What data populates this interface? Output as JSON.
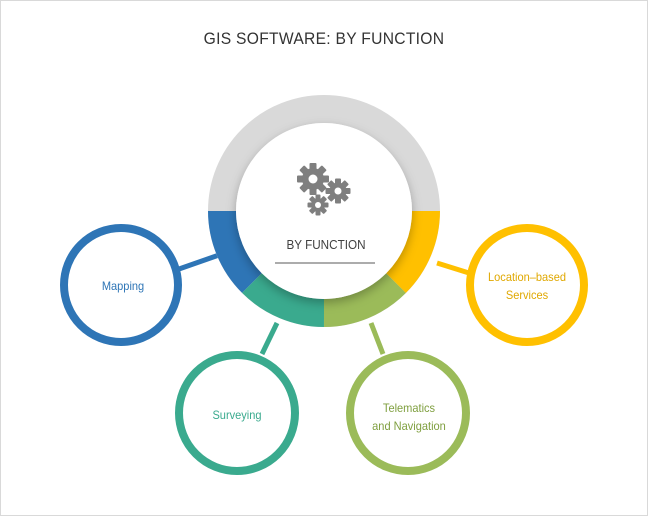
{
  "title": "GIS SOFTWARE: BY FUNCTION",
  "center": {
    "label": "BY FUNCTION",
    "icon": "gears-icon"
  },
  "nodes": [
    {
      "id": "mapping",
      "lines": [
        "Mapping"
      ],
      "color": "#2e75b6"
    },
    {
      "id": "surveying",
      "lines": [
        "Surveying"
      ],
      "color": "#3aaa8e"
    },
    {
      "id": "telematics",
      "lines": [
        "Telematics",
        "and Navigation"
      ],
      "color": "#9bbb59"
    },
    {
      "id": "location",
      "lines": [
        "Location–based",
        "Services"
      ],
      "color": "#ffc000"
    }
  ],
  "colors": {
    "ring_track": "#d9d9d9",
    "title_text": "#333333",
    "center_text": "#404040",
    "gear": "#7f7f7f"
  }
}
